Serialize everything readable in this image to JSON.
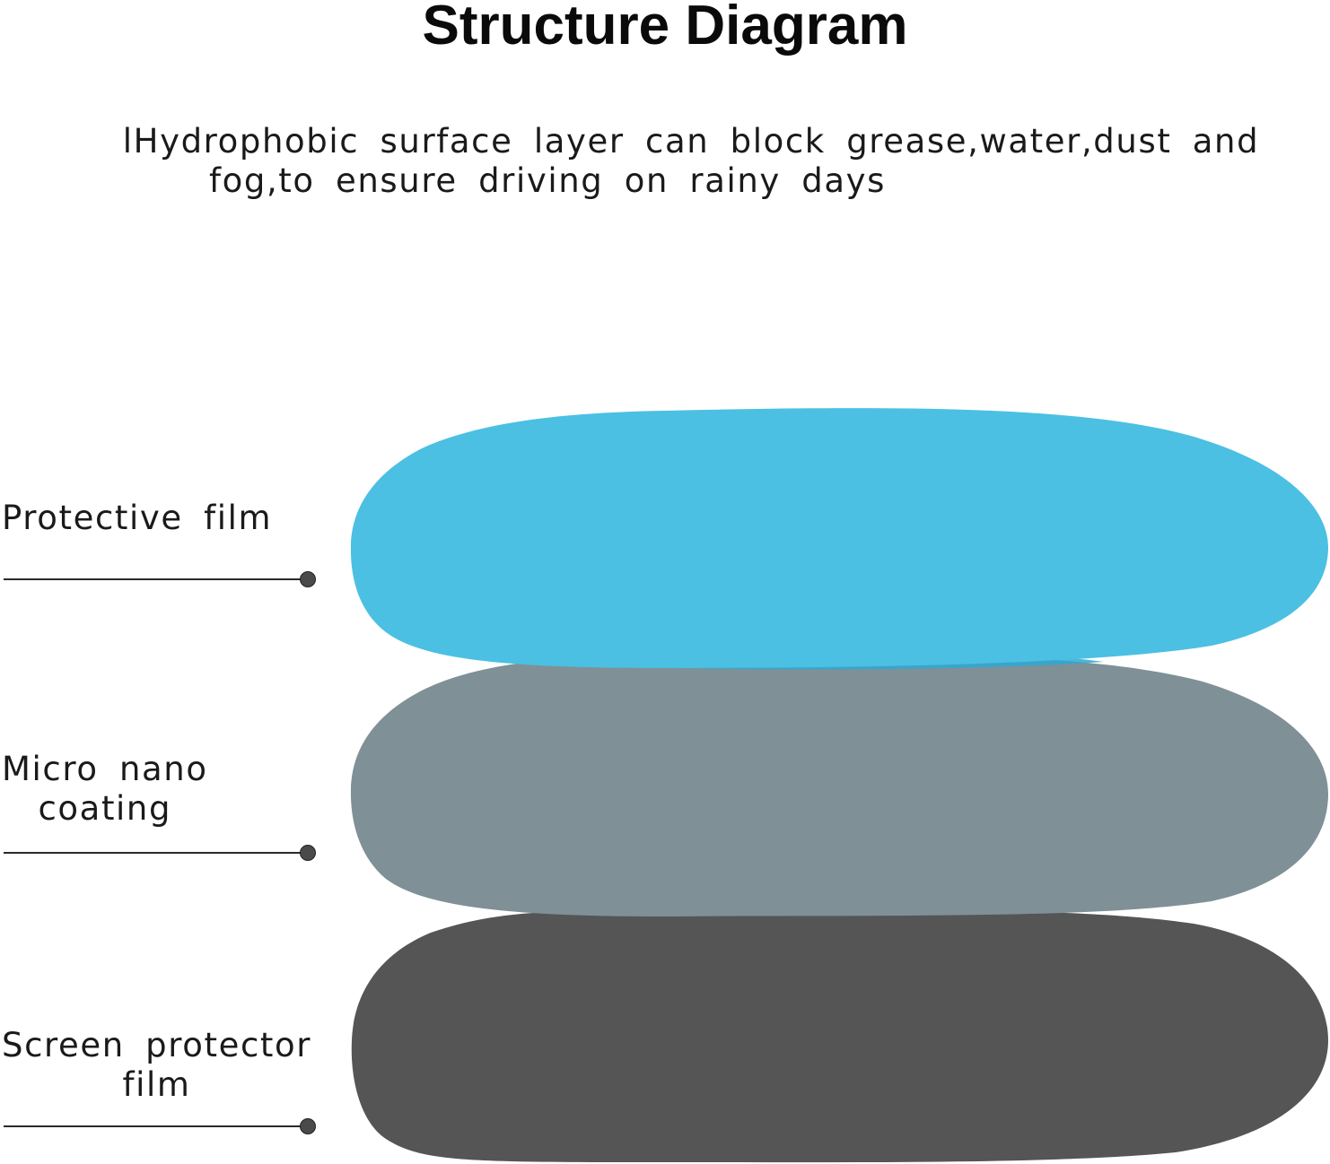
{
  "title": "Structure Diagram",
  "description": {
    "line1": "lHydrophobic surface layer can block grease,water,dust and",
    "line2": "fog,to ensure driving on rainy days"
  },
  "layers": [
    {
      "label_lines": [
        "Protective film"
      ],
      "color": "#4bc0e3"
    },
    {
      "label_lines": [
        "Micro nano",
        "coating"
      ],
      "color": "#7f9097"
    },
    {
      "label_lines": [
        "Screen protector",
        "film"
      ],
      "color": "#555555"
    }
  ],
  "colors": {
    "overlap_band": "#2ea9d2",
    "leader_line": "#2a2a2a",
    "leader_dot": "#4a4a4a"
  }
}
